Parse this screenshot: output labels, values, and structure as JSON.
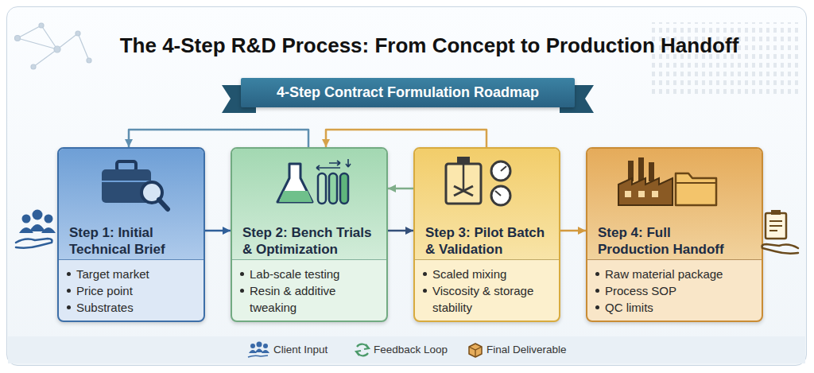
{
  "diagram": {
    "title": "The 4-Step R&D Process: From Concept to Production Handoff",
    "nodes": [
      {
        "text": [
          "4-Step Contract Formulation Roadmap"
        ]
      },
      {
        "text": [
          "Step 1: Initial Technical Brief",
          "Target market",
          "Price point",
          "Substrates"
        ]
      },
      {
        "text": [
          "Step 2: Bench Trials & Optimization",
          "Lab-scale testing",
          "Resin & additive tweaking"
        ]
      },
      {
        "text": [
          "Step 3: Pilot Batch & Validation",
          "Scaled mixing",
          "Viscosity & storage stability"
        ]
      },
      {
        "text": [
          "Step 4: Full Production Handoff",
          "Raw material package",
          "Process SOP",
          "QC limits"
        ]
      }
    ],
    "edges": [
      {
        "from": 1,
        "to": 2,
        "arrow": "to"
      },
      {
        "from": 2,
        "to": 3,
        "arrow": "to"
      },
      {
        "from": 3,
        "to": 4,
        "arrow": "to"
      },
      {
        "from": 3,
        "to": 2,
        "arrow": "to"
      },
      {
        "from": 3,
        "to": 2,
        "arrow": "to"
      },
      {
        "from": 2,
        "to": 1,
        "arrow": "to"
      }
    ],
    "legend": [
      {
        "text": "Client Input"
      },
      {
        "text": "Feedback Loop"
      },
      {
        "text": "Final Deliverable"
      }
    ]
  }
}
